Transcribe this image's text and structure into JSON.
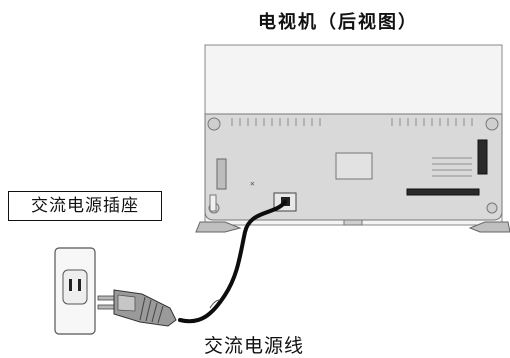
{
  "diagram": {
    "tv_title": "电视机（后视图）",
    "socket_label": "交流电源插座",
    "cord_label": "交流电源线"
  },
  "icons": {
    "tv": "tv-back-icon",
    "socket": "wall-outlet-icon",
    "plug": "power-plug-icon",
    "cord": "power-cord-icon"
  }
}
